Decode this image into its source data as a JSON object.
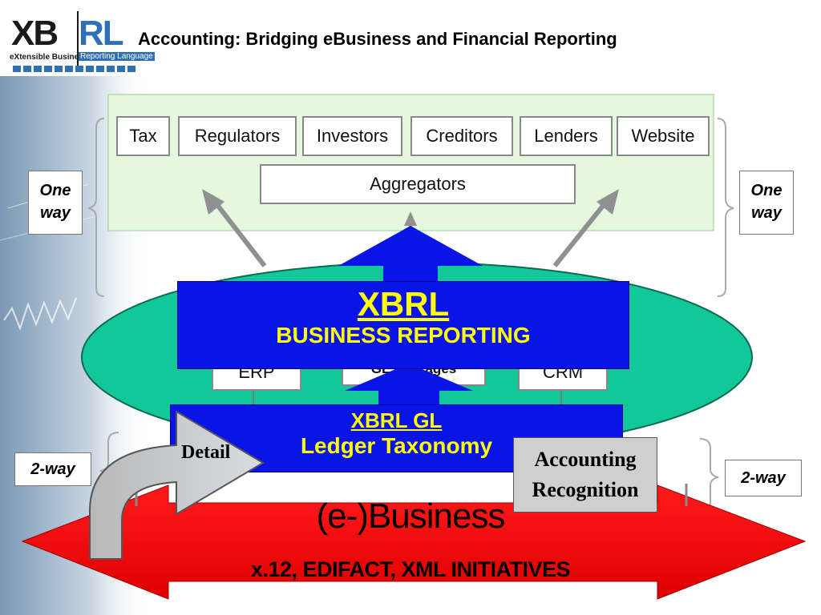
{
  "slide": {
    "title": "Accounting: Bridging eBusiness and Financial Reporting"
  },
  "logo": {
    "mark_left": "XB",
    "mark_right": "RL",
    "subtitle_left": "eXtensible Business",
    "subtitle_right": "Reporting Language"
  },
  "consumers": [
    "Tax",
    "Regulators",
    "Investors",
    "Creditors",
    "Lenders",
    "Website"
  ],
  "aggregators_label": "Aggregators",
  "one_way_left": [
    "One",
    "way"
  ],
  "one_way_right": [
    "One",
    "way"
  ],
  "two_way_left": "2-way",
  "two_way_right": "2-way",
  "systems": {
    "erp": "ERP",
    "gl_packages": "GL Packages",
    "crm": "CRM"
  },
  "xbrl_reporting": {
    "title": "XBRL",
    "subtitle": "BUSINESS REPORTING"
  },
  "xbrl_gl": {
    "title": "XBRL GL",
    "subtitle": "Ledger Taxonomy"
  },
  "detail_label": "Detail",
  "accounting_recognition": [
    "Accounting",
    "Recognition"
  ],
  "ebusiness": {
    "title": "(e-)Business",
    "subtitle": "x.12, EDIFACT, XML INITIATIVES"
  },
  "colors": {
    "consumer_panel": "#e6f7df",
    "ellipse": "#12c79a",
    "xbrl_blue": "#0a14e6",
    "business_red": "#ee0a0a",
    "label_yellow": "#ffff00",
    "grey_arrow": "#909090"
  }
}
